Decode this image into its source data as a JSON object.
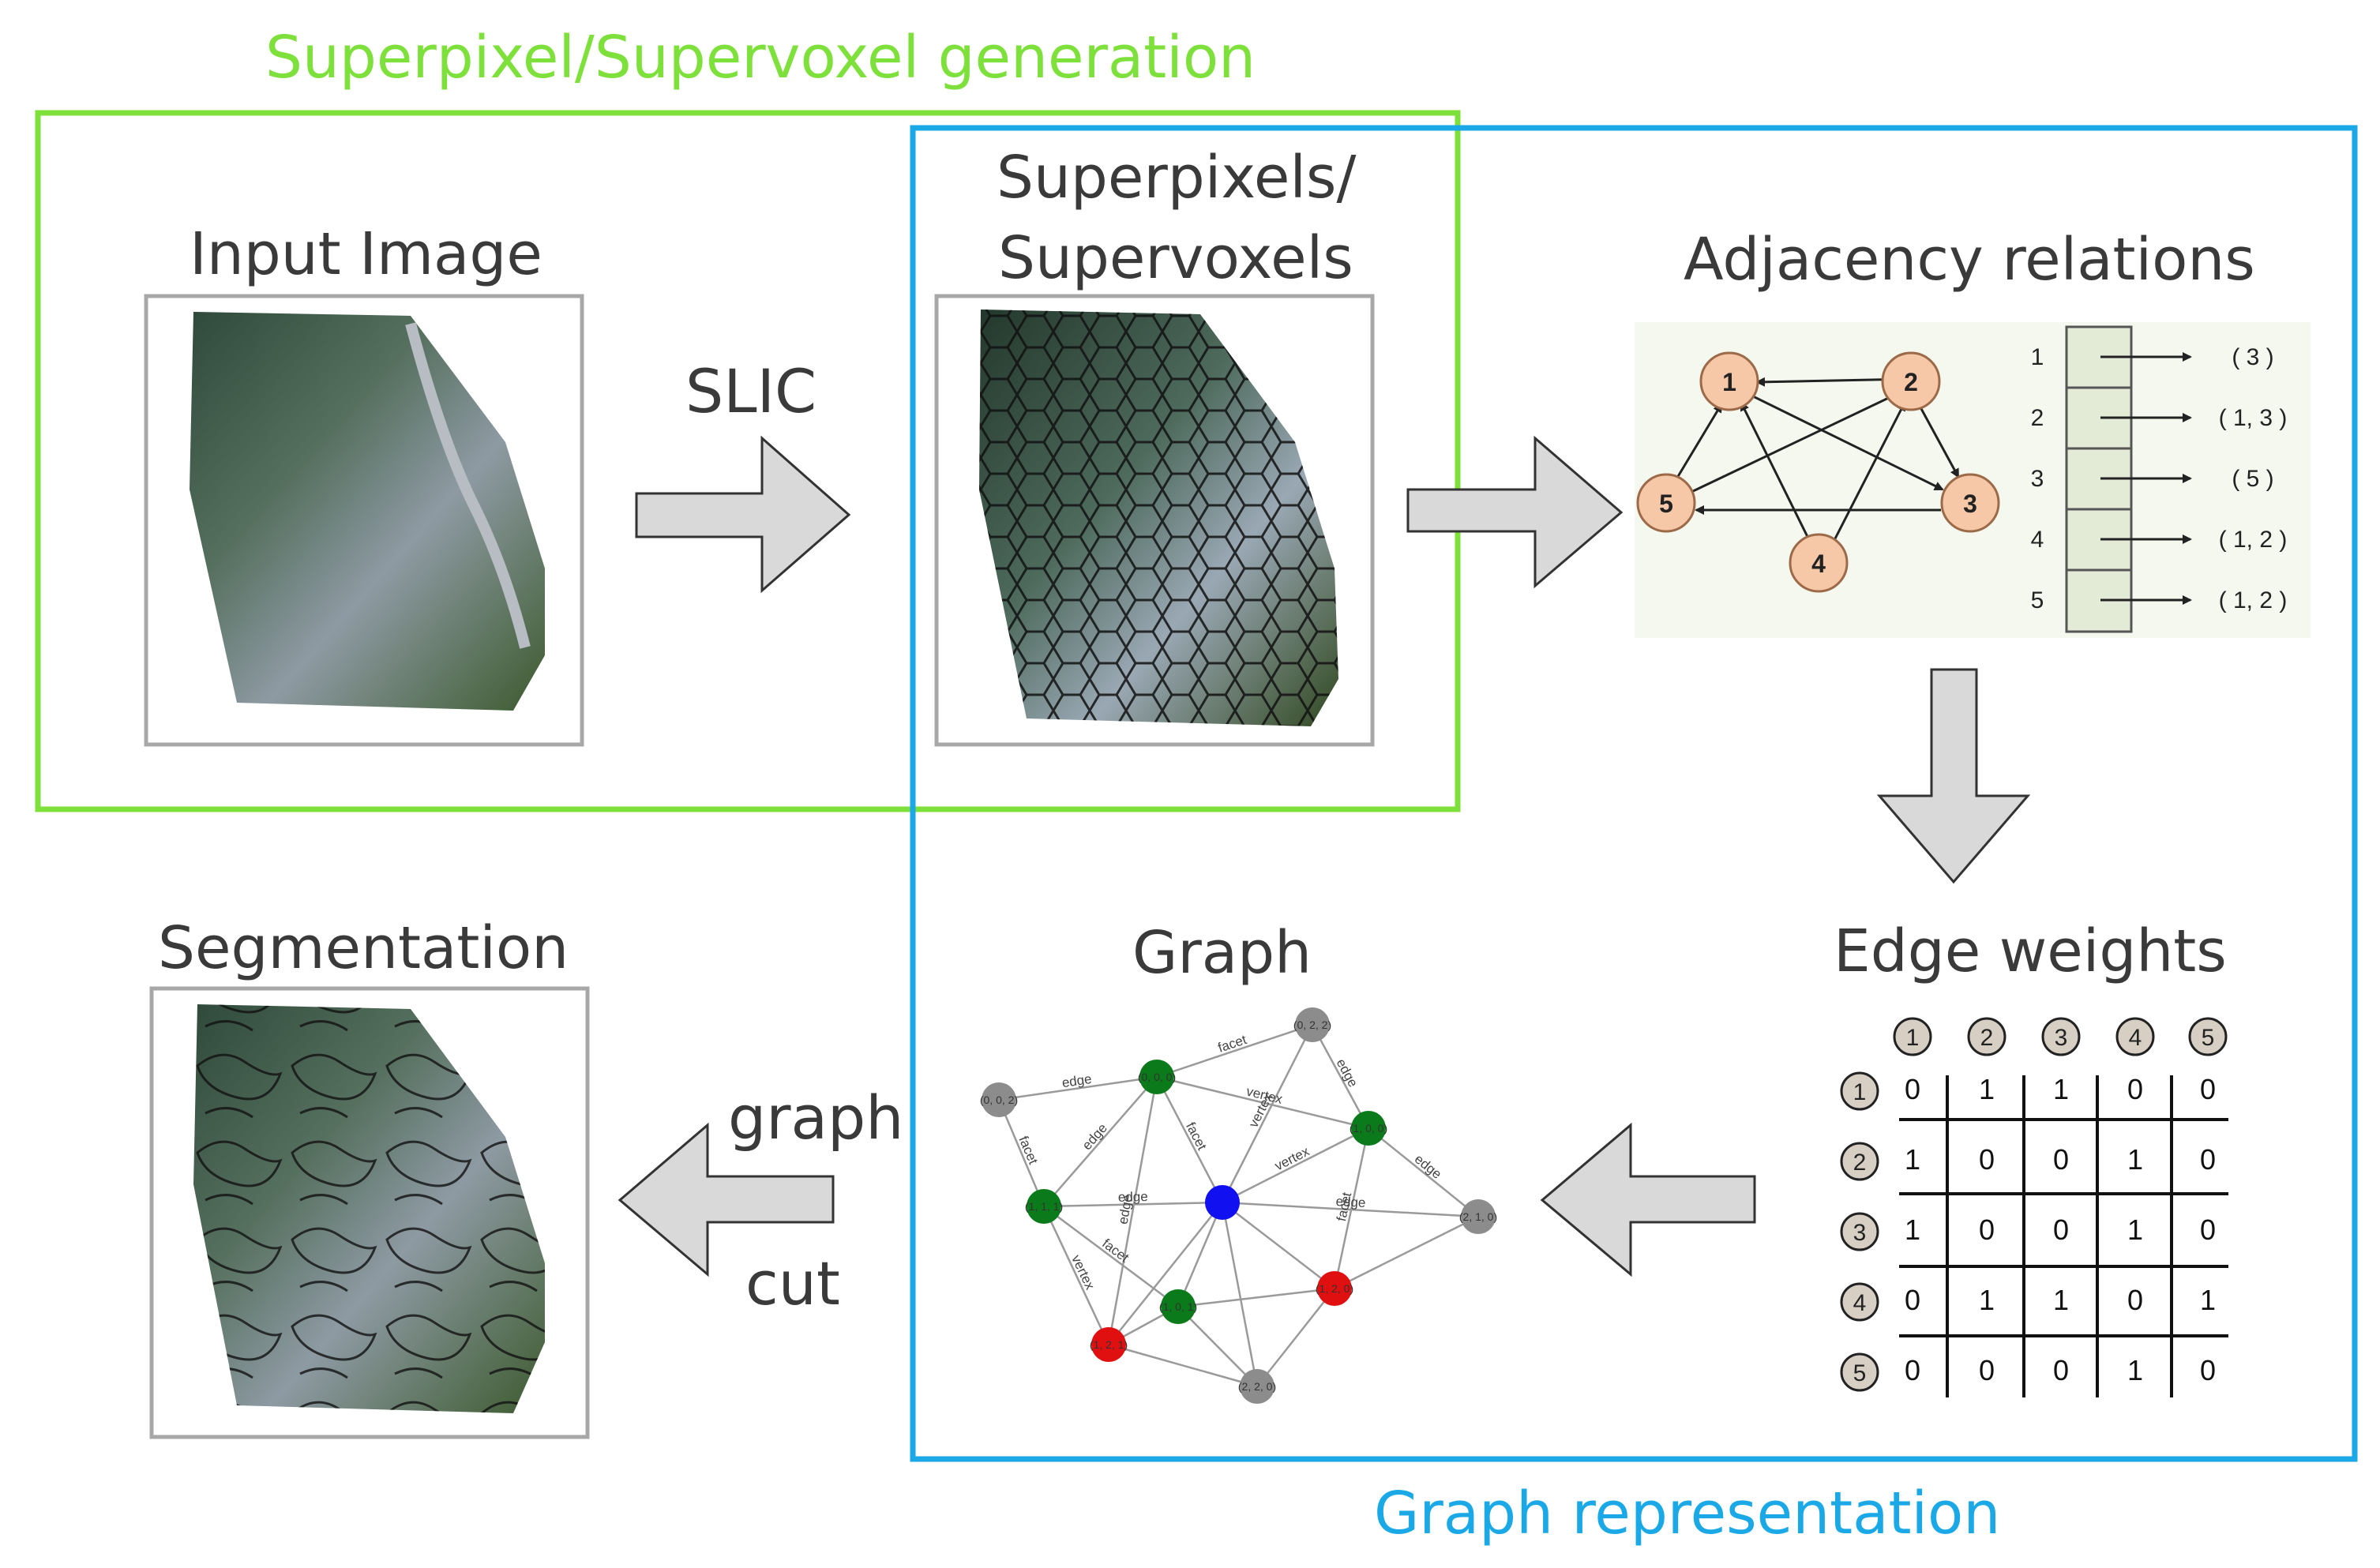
{
  "titles": {
    "superpixel_generation": "Superpixel/Supervoxel generation",
    "graph_representation": "Graph representation"
  },
  "steps": {
    "input_image": "Input Image",
    "superpixels_line1": "Superpixels/",
    "superpixels_line2": "Supervoxels",
    "adjacency": "Adjacency relations",
    "edge_weights": "Edge weights",
    "graph": "Graph",
    "segmentation": "Segmentation"
  },
  "arrows": {
    "slic": "SLIC",
    "graph_cut_line1": "graph",
    "graph_cut_line2": "cut"
  },
  "adjacency_graph": {
    "nodes": [
      "1",
      "2",
      "3",
      "4",
      "5"
    ],
    "edges": [
      [
        "2",
        "1"
      ],
      [
        "1",
        "3"
      ],
      [
        "2",
        "3"
      ],
      [
        "3",
        "5"
      ],
      [
        "4",
        "1"
      ],
      [
        "4",
        "2"
      ],
      [
        "5",
        "1"
      ],
      [
        "5",
        "2"
      ]
    ],
    "list_rows": [
      "1",
      "2",
      "3",
      "4",
      "5"
    ],
    "list_values": [
      "( 3 )",
      "( 1, 3 )",
      "( 5 )",
      "( 1, 2 )",
      "( 1, 2 )"
    ]
  },
  "edge_weights_matrix": {
    "headers": [
      "1",
      "2",
      "3",
      "4",
      "5"
    ],
    "rows": [
      [
        "0",
        "1",
        "1",
        "0",
        "0"
      ],
      [
        "1",
        "0",
        "0",
        "1",
        "0"
      ],
      [
        "1",
        "0",
        "0",
        "1",
        "0"
      ],
      [
        "0",
        "1",
        "1",
        "0",
        "1"
      ],
      [
        "0",
        "0",
        "0",
        "1",
        "0"
      ]
    ]
  },
  "graph_labels": {
    "nodes": [
      "(0, 0, 2)",
      "(0, 0, 0)",
      "(1, 0, 0)",
      "(1, 0, 1)",
      "(1, 1, 1)",
      "(2, 1, 0)",
      "(1, 2, 0)",
      "(1, 2, 1)",
      "(2, 2, 0)",
      "(0, 2, 2)"
    ],
    "edge_words": [
      "facet",
      "edge",
      "vertex",
      "edge",
      "facet",
      "vertex",
      "edge",
      "facet",
      "edge",
      "vertex",
      "edge",
      "facet",
      "edge",
      "vertex",
      "facet",
      "edge"
    ]
  },
  "colors": {
    "green_frame": "#7ee03a",
    "blue_frame": "#1aa9e6",
    "arrow_fill": "#d9d9d9",
    "node_fill": "#f6c8a8",
    "node_green": "#0a7a1a",
    "node_red": "#e01010",
    "node_blue": "#1010f0",
    "node_gray": "#8c8c8c"
  }
}
